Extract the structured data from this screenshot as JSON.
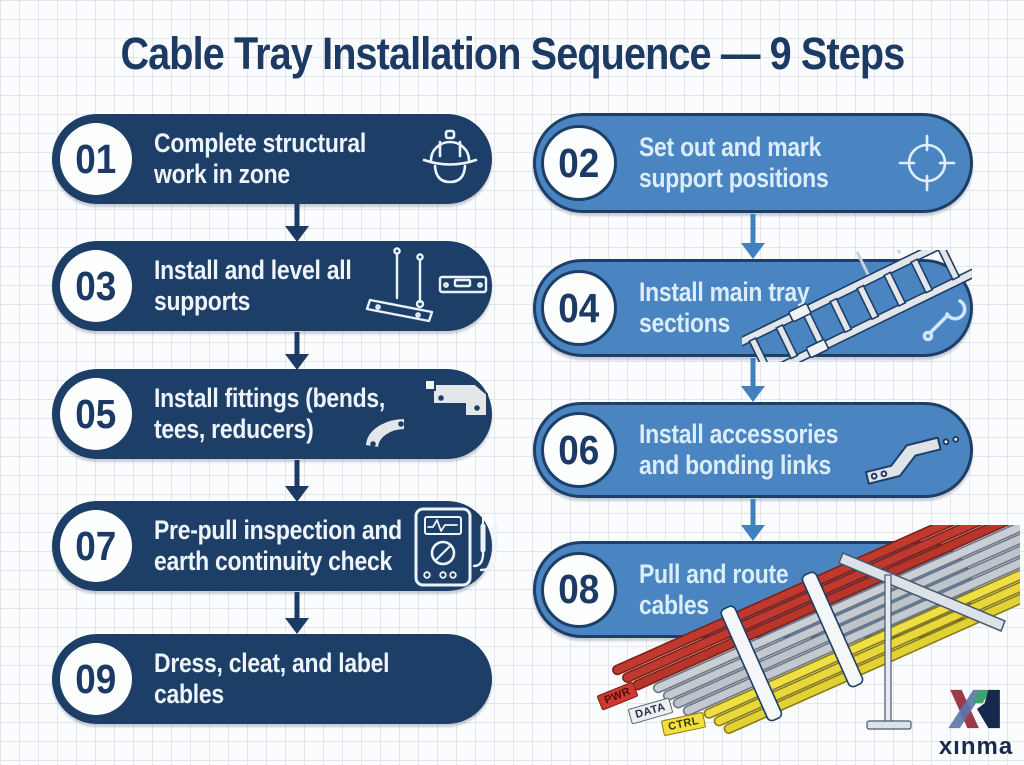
{
  "title": "Cable Tray Installation Sequence — 9 Steps",
  "steps": [
    {
      "num": "01",
      "text": "Complete structural\nwork in zone",
      "icon": "hard-hat-icon",
      "style": "dark"
    },
    {
      "num": "02",
      "text": "Set out and mark\nsupport positions",
      "icon": "crosshair-icon",
      "style": "light"
    },
    {
      "num": "03",
      "text": "Install and level all\nsupports",
      "icon": "support-rods-and-level-icon",
      "style": "dark"
    },
    {
      "num": "04",
      "text": "Install main tray\nsections",
      "icon": "ladder-tray-and-wrench-icon",
      "style": "light"
    },
    {
      "num": "05",
      "text": "Install fittings (bends,\ntees, reducers)",
      "icon": "bend-and-tee-fittings-icon",
      "style": "dark"
    },
    {
      "num": "06",
      "text": "Install accessories\nand bonding links",
      "icon": "bonding-link-icon",
      "style": "light"
    },
    {
      "num": "07",
      "text": "Pre-pull inspection and\nearth continuity check",
      "icon": "multimeter-icon",
      "style": "dark"
    },
    {
      "num": "08",
      "text": "Pull and route\ncables",
      "icon": "cable-bundle-illustration",
      "style": "light"
    },
    {
      "num": "09",
      "text": "Dress, cleat, and label cables",
      "icon": "none",
      "style": "dark"
    }
  ],
  "cable_labels": {
    "power": "PWR",
    "data": "DATA",
    "control": "CTRL"
  },
  "logo": {
    "text": "xınma"
  },
  "colors": {
    "background": "#fbfcfd",
    "grid_line": "#e2e5ea",
    "dark_pill": "#1d3e66",
    "light_pill": "#4a85c2",
    "title_text": "#1c3a63",
    "dark_pill_text": "#eef4fa",
    "light_pill_text": "#dcedfa",
    "cable_red": "#c0392f",
    "cable_gray": "#c3c9cf",
    "cable_yellow": "#e9d83b"
  }
}
